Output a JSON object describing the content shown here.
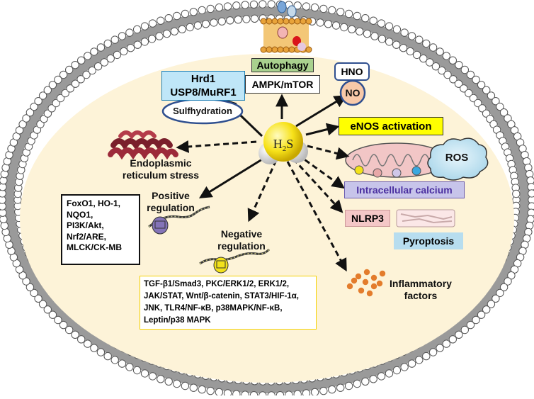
{
  "center": {
    "label": "H",
    "subscript": "2",
    "suffix": "S"
  },
  "nodes": {
    "hrd1": "Hrd1",
    "usp8": "USP8/MuRF1",
    "sulfhydration": "Sulfhydration",
    "autophagy": "Autophagy",
    "ampk": "AMPK/mTOR",
    "hno": "HNO",
    "no": "NO",
    "enos": "eNOS activation",
    "er_line1": "Endoplasmic",
    "er_line2": "reticulum stress",
    "ros": "ROS",
    "calcium": "Intracellular calcium",
    "positive_line1": "Positive",
    "positive_line2": "regulation",
    "positive_targets": [
      "FoxO1,  HO-1,",
      "NQO1,",
      "PI3K/Akt,",
      "Nrf2/ARE,",
      "MLCK/CK-MB"
    ],
    "nlrp3": "NLRP3",
    "pyroptosis": "Pyroptosis",
    "negative_line1": "Negative",
    "negative_line2": "regulation",
    "negative_targets": [
      "TGF-β1/Smad3,   PKC/ERK1/2,   ERK1/2,",
      "JAK/STAT, Wnt/β-catenin, STAT3/HIF-1α,",
      "JNK, TLR4/NF-κB, p38MAPK/NF-κB,",
      "Leptin/p38 MAPK"
    ],
    "inflam_line1": "Inflammatory",
    "inflam_line2": "factors"
  },
  "colors": {
    "cytoplasm": "#fdf3d8",
    "membrane_head": "#ffffff",
    "hrd1_fill": "#bfe6f8",
    "autophagy_fill": "#a9d18e",
    "enos_fill": "#ffff00",
    "calcium_fill": "#c7c4ea",
    "nlrp3_fill": "#f4c7c7",
    "pyroptosis_fill": "#b7ddef",
    "negative_box_border": "#f5d200",
    "factors_dot": "#e37c2c",
    "h2s_sphere": "#f7e21a"
  }
}
